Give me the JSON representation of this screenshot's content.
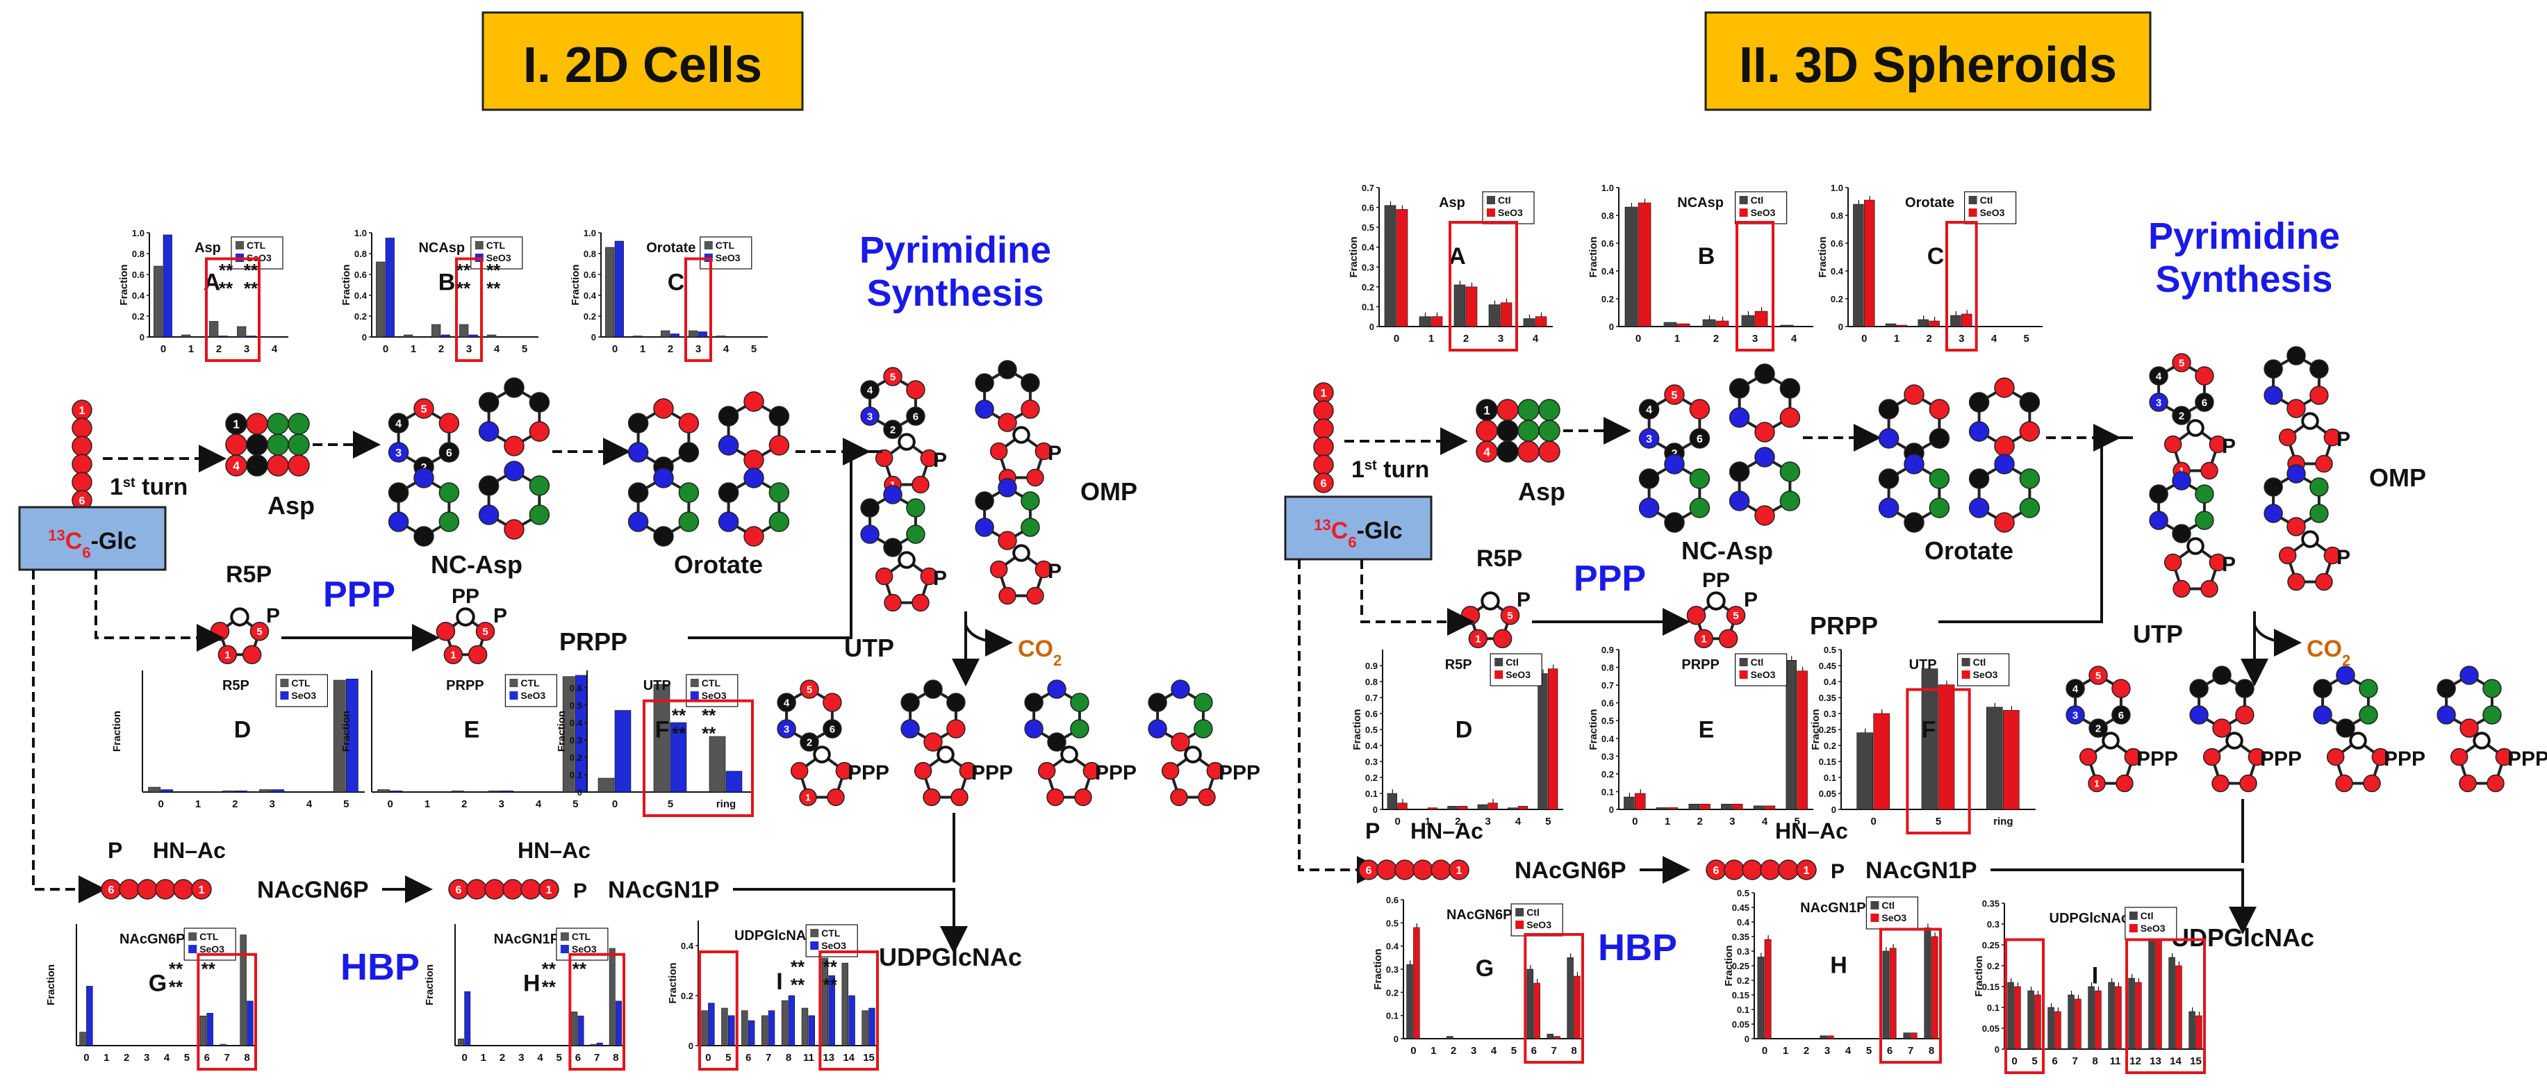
{
  "colors": {
    "red": "#ee1c24",
    "blue": "#2222dd",
    "black": "#111111",
    "green": "#1a8a2a",
    "panel_title_bg": "#ffbe00",
    "glc_box_bg": "#8db3e2",
    "ctl_left": "#555555",
    "trt_left": "#1f2bd6",
    "ctl_right": "#444444",
    "trt_right": "#e3141c",
    "co2": "#cc6600",
    "heading_blue": "#1a1ae6"
  },
  "panels": [
    {
      "title": "I. 2D Cells",
      "label_1st": "1",
      "label_st": "st",
      "label_turn": " turn",
      "glc_13": "13",
      "glc_c": "C",
      "glc_6": "6",
      "glc_suffix": "-Glc",
      "pyrimidine_line1": "Pyrimidine",
      "pyrimidine_line2": "Synthesis",
      "ppp": "PPP",
      "hbp": "HBP",
      "co2": "CO",
      "co2_sub": "2",
      "metabolites": {
        "asp": "Asp",
        "ncasp": "NC-Asp",
        "orotate": "Orotate",
        "omp": "OMP",
        "r5p": "R5P",
        "prpp": "PRPP",
        "utp": "UTP",
        "nacgn6p": "NAcGN6P",
        "nacgn1p": "NAcGN1P",
        "udpglcnac": "UDPGlcNAc",
        "hn_ac": "HN–Ac",
        "p": "P",
        "pp": "PP",
        "ppp": "PPP"
      },
      "glc_numbers": [
        "1",
        "6"
      ],
      "ring_numbers": {
        "n1": "1",
        "n2": "2",
        "n3": "3",
        "n4": "4",
        "n5": "5",
        "n6": "6"
      }
    },
    {
      "title": "II. 3D Spheroids",
      "label_1st": "1",
      "label_st": "st",
      "label_turn": " turn",
      "glc_13": "13",
      "glc_c": "C",
      "glc_6": "6",
      "glc_suffix": "-Glc",
      "pyrimidine_line1": "Pyrimidine",
      "pyrimidine_line2": "Synthesis",
      "ppp": "PPP",
      "hbp": "HBP",
      "co2": "CO",
      "co2_sub": "2",
      "metabolites": {
        "asp": "Asp",
        "ncasp": "NC-Asp",
        "orotate": "Orotate",
        "omp": "OMP",
        "r5p": "R5P",
        "prpp": "PRPP",
        "utp": "UTP",
        "nacgn6p": "NAcGN6P",
        "nacgn1p": "NAcGN1P",
        "udpglcnac": "UDPGlcNAc",
        "hn_ac": "HN–Ac",
        "p": "P",
        "pp": "PP",
        "ppp": "PPP"
      },
      "glc_numbers": [
        "1",
        "6"
      ],
      "ring_numbers": {
        "n1": "1",
        "n2": "2",
        "n3": "3",
        "n4": "4",
        "n5": "5",
        "n6": "6"
      }
    }
  ],
  "chart_data": [
    {
      "type": "bar",
      "panel": "2D",
      "letter": "A",
      "title": "Asp",
      "ylabel": "Fraction",
      "ylim": [
        0,
        1
      ],
      "yticks": [
        "0",
        "0.2",
        "0.4",
        "0.6",
        "0.8",
        "1.0"
      ],
      "categories": [
        "0",
        "1",
        "2",
        "3",
        "4"
      ],
      "legend": [
        "CTL",
        "SeO3"
      ],
      "series": [
        {
          "name": "CTL",
          "values": [
            0.68,
            0.02,
            0.15,
            0.1,
            0.0
          ]
        },
        {
          "name": "SeO3",
          "values": [
            0.98,
            0.0,
            0.01,
            0.01,
            0.0
          ]
        }
      ],
      "annotations": [
        "**",
        "**",
        "**",
        "**"
      ]
    },
    {
      "type": "bar",
      "panel": "2D",
      "letter": "B",
      "title": "NCAsp",
      "ylabel": "Fraction",
      "ylim": [
        0,
        1
      ],
      "yticks": [
        "0",
        "0.2",
        "0.4",
        "0.6",
        "0.8",
        "1.0"
      ],
      "categories": [
        "0",
        "1",
        "2",
        "3",
        "4",
        "5"
      ],
      "legend": [
        "CTL",
        "SeO3"
      ],
      "series": [
        {
          "name": "CTL",
          "values": [
            0.72,
            0.02,
            0.12,
            0.12,
            0.02,
            0.0
          ]
        },
        {
          "name": "SeO3",
          "values": [
            0.95,
            0.0,
            0.02,
            0.02,
            0.0,
            0.0
          ]
        }
      ],
      "annotations": [
        "**",
        "**",
        "**",
        "**"
      ]
    },
    {
      "type": "bar",
      "panel": "2D",
      "letter": "C",
      "title": "Orotate",
      "ylabel": "Fraction",
      "ylim": [
        0,
        1
      ],
      "yticks": [
        "0",
        "0.2",
        "0.4",
        "0.6",
        "0.8",
        "1.0"
      ],
      "categories": [
        "0",
        "1",
        "2",
        "3",
        "4",
        "5"
      ],
      "legend": [
        "CTL",
        "SeO3"
      ],
      "series": [
        {
          "name": "CTL",
          "values": [
            0.86,
            0.01,
            0.06,
            0.06,
            0.01,
            0.0
          ]
        },
        {
          "name": "SeO3",
          "values": [
            0.92,
            0.0,
            0.03,
            0.05,
            0.0,
            0.0
          ]
        }
      ],
      "annotations": []
    },
    {
      "type": "bar",
      "panel": "2D",
      "letter": "D",
      "title": "R5P",
      "ylabel": "Fraction",
      "ylim": [
        0,
        1
      ],
      "yticks": [],
      "categories": [
        "0",
        "1",
        "2",
        "3",
        "4",
        "5"
      ],
      "legend": [
        "CTL",
        "SeO3"
      ],
      "series": [
        {
          "name": "CTL",
          "values": [
            0.04,
            0.0,
            0.01,
            0.02,
            0.0,
            0.92
          ]
        },
        {
          "name": "SeO3",
          "values": [
            0.02,
            0.0,
            0.01,
            0.02,
            0.0,
            0.93
          ]
        }
      ],
      "annotations": []
    },
    {
      "type": "bar",
      "panel": "2D",
      "letter": "E",
      "title": "PRPP",
      "ylabel": "Fraction",
      "ylim": [
        0,
        1
      ],
      "yticks": [],
      "categories": [
        "0",
        "1",
        "2",
        "3",
        "4",
        "5"
      ],
      "legend": [
        "CTL",
        "SeO3"
      ],
      "series": [
        {
          "name": "CTL",
          "values": [
            0.02,
            0.0,
            0.01,
            0.01,
            0.0,
            0.95
          ]
        },
        {
          "name": "SeO3",
          "values": [
            0.01,
            0.0,
            0.0,
            0.01,
            0.0,
            0.96
          ]
        }
      ],
      "annotations": []
    },
    {
      "type": "bar",
      "panel": "2D",
      "letter": "F",
      "title": "UTP",
      "ylabel": "Fraction",
      "ylim": [
        0,
        0.7
      ],
      "yticks": [
        "0",
        "0.1",
        "0.2",
        "0.3",
        "0.4",
        "0.5",
        "0.6"
      ],
      "categories": [
        "0",
        "5",
        "ring"
      ],
      "legend": [
        "CTL",
        "SeO3"
      ],
      "series": [
        {
          "name": "CTL",
          "values": [
            0.08,
            0.62,
            0.32
          ]
        },
        {
          "name": "SeO3",
          "values": [
            0.47,
            0.4,
            0.12
          ]
        }
      ],
      "annotations": [
        "**",
        "**",
        "**",
        "**"
      ]
    },
    {
      "type": "bar",
      "panel": "2D",
      "letter": "G",
      "title": "NAcGN6P",
      "ylabel": "Fraction",
      "ylim": [
        0,
        0.9
      ],
      "yticks": [],
      "categories": [
        "0",
        "1",
        "2",
        "3",
        "4",
        "5",
        "6",
        "7",
        "8"
      ],
      "legend": [
        "CTL",
        "SeO3"
      ],
      "series": [
        {
          "name": "CTL",
          "values": [
            0.1,
            0.0,
            0.0,
            0.0,
            0.0,
            0.0,
            0.22,
            0.01,
            0.82
          ]
        },
        {
          "name": "SeO3",
          "values": [
            0.44,
            0.0,
            0.0,
            0.0,
            0.0,
            0.0,
            0.24,
            0.0,
            0.33
          ]
        }
      ],
      "annotations": [
        "**",
        "**",
        "**"
      ]
    },
    {
      "type": "bar",
      "panel": "2D",
      "letter": "H",
      "title": "NAcGN1P",
      "ylabel": "Fraction",
      "ylim": [
        0,
        0.9
      ],
      "yticks": [],
      "categories": [
        "0",
        "1",
        "2",
        "3",
        "4",
        "5",
        "6",
        "7",
        "8"
      ],
      "legend": [
        "CTL",
        "SeO3"
      ],
      "series": [
        {
          "name": "CTL",
          "values": [
            0.05,
            0.0,
            0.0,
            0.0,
            0.0,
            0.0,
            0.25,
            0.01,
            0.72
          ]
        },
        {
          "name": "SeO3",
          "values": [
            0.4,
            0.0,
            0.0,
            0.0,
            0.0,
            0.0,
            0.22,
            0.02,
            0.33
          ]
        }
      ],
      "annotations": [
        "**",
        "**",
        "**"
      ]
    },
    {
      "type": "bar",
      "panel": "2D",
      "letter": "I",
      "title": "UDPGlcNAc",
      "ylabel": "Fraction",
      "ylim": [
        0,
        0.5
      ],
      "yticks": [
        "0",
        "0.2",
        "0.4"
      ],
      "categories": [
        "0",
        "5",
        "6",
        "7",
        "8",
        "11",
        "13",
        "14",
        "15"
      ],
      "legend": [
        "CTL",
        "SeO3"
      ],
      "series": [
        {
          "name": "CTL",
          "values": [
            0.14,
            0.15,
            0.14,
            0.12,
            0.18,
            0.15,
            0.35,
            0.33,
            0.14
          ]
        },
        {
          "name": "SeO3",
          "values": [
            0.17,
            0.12,
            0.1,
            0.14,
            0.2,
            0.12,
            0.28,
            0.2,
            0.15
          ]
        }
      ],
      "annotations": [
        "**",
        "**",
        "**",
        "**"
      ]
    },
    {
      "type": "bar",
      "panel": "3D",
      "letter": "A",
      "title": "Asp",
      "ylabel": "Fraction",
      "ylim": [
        0,
        0.7
      ],
      "yticks": [
        "0",
        "0.1",
        "0.2",
        "0.3",
        "0.4",
        "0.5",
        "0.6",
        "0.7"
      ],
      "categories": [
        "0",
        "1",
        "2",
        "3",
        "4"
      ],
      "legend": [
        "Ctl",
        "SeO3"
      ],
      "series": [
        {
          "name": "Ctl",
          "values": [
            0.61,
            0.05,
            0.21,
            0.11,
            0.04
          ]
        },
        {
          "name": "SeO3",
          "values": [
            0.59,
            0.05,
            0.2,
            0.12,
            0.05
          ]
        }
      ],
      "annotations": []
    },
    {
      "type": "bar",
      "panel": "3D",
      "letter": "B",
      "title": "NCAsp",
      "ylabel": "Fraction",
      "ylim": [
        0,
        1
      ],
      "yticks": [
        "0",
        "0.2",
        "0.4",
        "0.6",
        "0.8",
        "1.0"
      ],
      "categories": [
        "0",
        "1",
        "2",
        "3",
        "4"
      ],
      "legend": [
        "Ctl",
        "SeO3"
      ],
      "series": [
        {
          "name": "Ctl",
          "values": [
            0.86,
            0.03,
            0.05,
            0.08,
            0.01
          ]
        },
        {
          "name": "SeO3",
          "values": [
            0.89,
            0.02,
            0.04,
            0.11,
            0.0
          ]
        }
      ],
      "annotations": []
    },
    {
      "type": "bar",
      "panel": "3D",
      "letter": "C",
      "title": "Orotate",
      "ylabel": "Fraction",
      "ylim": [
        0,
        1
      ],
      "yticks": [
        "0",
        "0.2",
        "0.4",
        "0.6",
        "0.8",
        "1.0"
      ],
      "categories": [
        "0",
        "1",
        "2",
        "3",
        "4",
        "5"
      ],
      "legend": [
        "Ctl",
        "SeO3"
      ],
      "series": [
        {
          "name": "Ctl",
          "values": [
            0.88,
            0.02,
            0.05,
            0.08,
            0.0,
            0.0
          ]
        },
        {
          "name": "SeO3",
          "values": [
            0.91,
            0.01,
            0.04,
            0.09,
            0.0,
            0.0
          ]
        }
      ],
      "annotations": []
    },
    {
      "type": "bar",
      "panel": "3D",
      "letter": "D",
      "title": "R5P",
      "ylabel": "Fraction",
      "ylim": [
        0,
        1
      ],
      "yticks": [
        "0",
        "0.1",
        "0.2",
        "0.3",
        "0.4",
        "0.5",
        "0.6",
        "0.7",
        "0.8",
        "0.9"
      ],
      "categories": [
        "0",
        "1",
        "2",
        "3",
        "4",
        "5"
      ],
      "legend": [
        "Ctl",
        "SeO3"
      ],
      "series": [
        {
          "name": "Ctl",
          "values": [
            0.1,
            0.0,
            0.02,
            0.03,
            0.01,
            0.85
          ]
        },
        {
          "name": "SeO3",
          "values": [
            0.04,
            0.01,
            0.02,
            0.04,
            0.02,
            0.88
          ]
        }
      ],
      "annotations": []
    },
    {
      "type": "bar",
      "panel": "3D",
      "letter": "E",
      "title": "PRPP",
      "ylabel": "Fraction",
      "ylim": [
        0,
        0.9
      ],
      "yticks": [
        "0",
        "0.1",
        "0.2",
        "0.3",
        "0.4",
        "0.5",
        "0.6",
        "0.7",
        "0.8",
        "0.9"
      ],
      "categories": [
        "0",
        "1",
        "2",
        "3",
        "4",
        "5"
      ],
      "legend": [
        "Ctl",
        "SeO3"
      ],
      "series": [
        {
          "name": "Ctl",
          "values": [
            0.07,
            0.01,
            0.03,
            0.03,
            0.02,
            0.84
          ]
        },
        {
          "name": "SeO3",
          "values": [
            0.09,
            0.01,
            0.03,
            0.03,
            0.02,
            0.78
          ]
        }
      ],
      "annotations": []
    },
    {
      "type": "bar",
      "panel": "3D",
      "letter": "F",
      "title": "UTP",
      "ylabel": "Fraction",
      "ylim": [
        0,
        0.5
      ],
      "yticks": [
        "0",
        "0.05",
        "0.1",
        "0.15",
        "0.2",
        "0.25",
        "0.3",
        "0.35",
        "0.4",
        "0.45",
        "0.5"
      ],
      "categories": [
        "0",
        "5",
        "ring"
      ],
      "legend": [
        "Ctl",
        "SeO3"
      ],
      "series": [
        {
          "name": "Ctl",
          "values": [
            0.24,
            0.44,
            0.32
          ]
        },
        {
          "name": "SeO3",
          "values": [
            0.3,
            0.39,
            0.31
          ]
        }
      ],
      "annotations": []
    },
    {
      "type": "bar",
      "panel": "3D",
      "letter": "G",
      "title": "NAcGN6P",
      "ylabel": "Fraction",
      "ylim": [
        0,
        0.6
      ],
      "yticks": [
        "0",
        "0.1",
        "0.2",
        "0.3",
        "0.4",
        "0.5",
        "0.6"
      ],
      "categories": [
        "0",
        "1",
        "2",
        "3",
        "4",
        "5",
        "6",
        "7",
        "8"
      ],
      "legend": [
        "Ctl",
        "SeO3"
      ],
      "series": [
        {
          "name": "Ctl",
          "values": [
            0.32,
            0.0,
            0.01,
            0.0,
            0.0,
            0.0,
            0.3,
            0.02,
            0.35
          ]
        },
        {
          "name": "SeO3",
          "values": [
            0.48,
            0.0,
            0.0,
            0.0,
            0.0,
            0.0,
            0.24,
            0.01,
            0.27
          ]
        }
      ],
      "annotations": []
    },
    {
      "type": "bar",
      "panel": "3D",
      "letter": "H",
      "title": "NAcGN1P",
      "ylabel": "Fraction",
      "ylim": [
        0,
        0.5
      ],
      "yticks": [
        "0",
        "0.05",
        "0.1",
        "0.15",
        "0.2",
        "0.25",
        "0.3",
        "0.35",
        "0.4",
        "0.45",
        "0.5"
      ],
      "categories": [
        "0",
        "1",
        "2",
        "3",
        "4",
        "5",
        "6",
        "7",
        "8"
      ],
      "legend": [
        "Ctl",
        "SeO3"
      ],
      "series": [
        {
          "name": "Ctl",
          "values": [
            0.28,
            0.0,
            0.0,
            0.01,
            0.0,
            0.0,
            0.3,
            0.02,
            0.38
          ]
        },
        {
          "name": "SeO3",
          "values": [
            0.34,
            0.0,
            0.0,
            0.01,
            0.0,
            0.0,
            0.31,
            0.02,
            0.35
          ]
        }
      ],
      "annotations": []
    },
    {
      "type": "bar",
      "panel": "3D",
      "letter": "I",
      "title": "UDPGlcNAc",
      "ylabel": "Fraction",
      "ylim": [
        0,
        0.35
      ],
      "yticks": [
        "0",
        "0.05",
        "0.1",
        "0.15",
        "0.2",
        "0.25",
        "0.3",
        "0.35"
      ],
      "categories": [
        "0",
        "5",
        "6",
        "7",
        "8",
        "11",
        "12",
        "13",
        "14",
        "15"
      ],
      "legend": [
        "Ctl",
        "SeO3"
      ],
      "series": [
        {
          "name": "Ctl",
          "values": [
            0.16,
            0.14,
            0.1,
            0.13,
            0.15,
            0.16,
            0.17,
            0.3,
            0.22,
            0.09
          ]
        },
        {
          "name": "SeO3",
          "values": [
            0.15,
            0.13,
            0.09,
            0.12,
            0.14,
            0.15,
            0.16,
            0.27,
            0.2,
            0.08
          ]
        }
      ],
      "annotations": []
    }
  ]
}
